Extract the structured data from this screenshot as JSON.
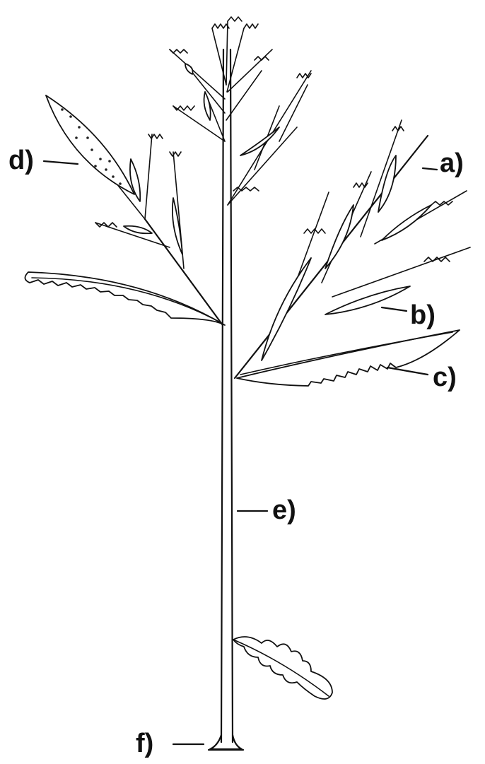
{
  "labels": {
    "a": "a)",
    "b": "b)",
    "c": "c)",
    "d": "d)",
    "e": "e)",
    "f": "f)"
  },
  "colors": {
    "ink": "#111111",
    "background": "#ffffff"
  }
}
